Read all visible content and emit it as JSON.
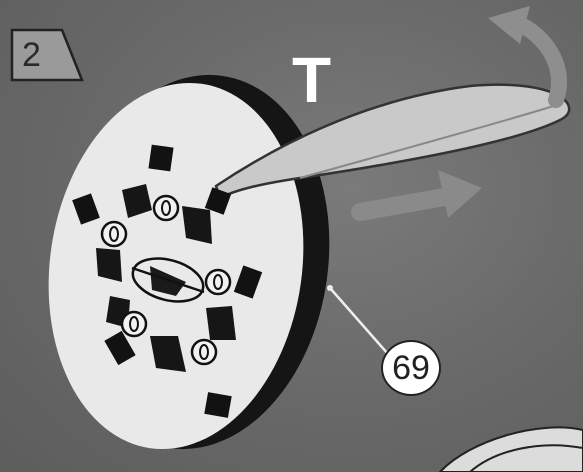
{
  "step": {
    "number": "2"
  },
  "label": {
    "text": "T"
  },
  "callout": {
    "part_number": "69"
  },
  "icons": [
    "curved-arrow-icon",
    "straight-arrow-icon"
  ],
  "colors": {
    "background": "#6a6a6a",
    "disc": "#ececec",
    "disc_edge": "#1a1a1a",
    "strap": "#cfcfcf"
  }
}
